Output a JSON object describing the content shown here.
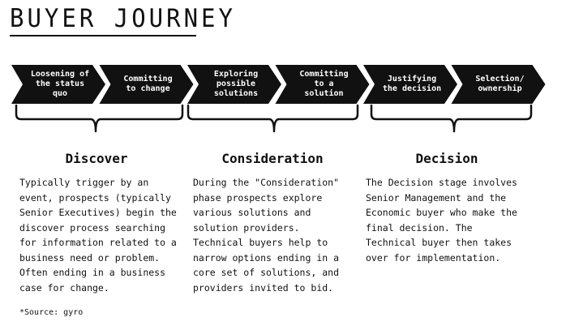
{
  "title": "BUYER JOURNEY",
  "steps": [
    {
      "label": "Loosening of\nthe status\nquo"
    },
    {
      "label": "Committing\nto change"
    },
    {
      "label": "Exploring\npossible\nsolutions"
    },
    {
      "label": "Committing\nto a\nsolution"
    },
    {
      "label": "Justifying\nthe decision"
    },
    {
      "label": "Selection/\nownership"
    }
  ],
  "stages": [
    {
      "title": "Discover",
      "description": "Typically trigger by an\nevent, prospects (typically\nSenior Executives) begin the\ndiscover process searching\nfor information related to a\nbusiness need or problem.\nOften ending in a business\ncase for change."
    },
    {
      "title": "Consideration",
      "description": "During the \"Consideration\"\nphase prospects explore\nvarious solutions and\nsolution providers.\nTechnical buyers help to\nnarrow options ending in a\ncore set of solutions, and\nproviders invited to bid."
    },
    {
      "title": "Decision",
      "description": "The Decision stage involves\nSenior Management and the\nEconomic buyer who make the\nfinal decision. The\nTechnical buyer then takes\nover for implementation."
    }
  ],
  "source": "*Source: gyro",
  "colors": {
    "chevron": "#111111",
    "text_on_chevron": "#ffffff"
  }
}
